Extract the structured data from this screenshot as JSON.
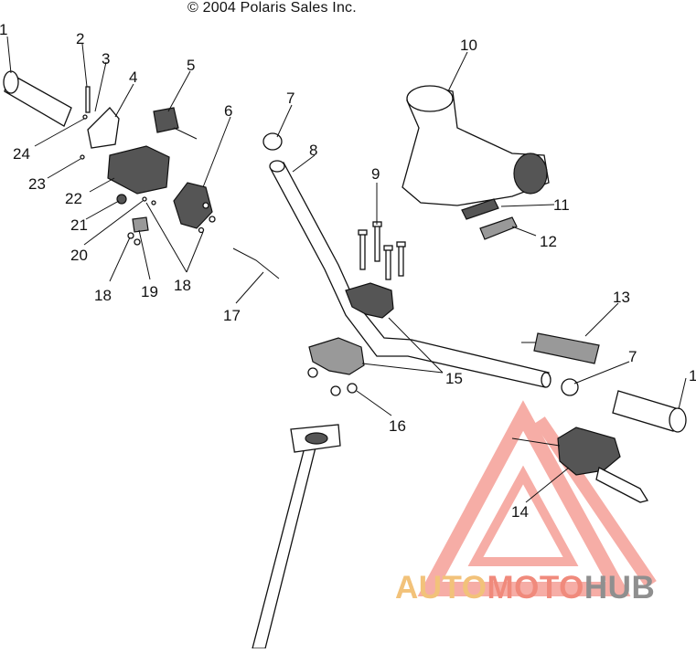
{
  "copyright": "© 2004 Polaris Sales Inc.",
  "watermark": {
    "part1": "AUTO",
    "part2": "MOTO",
    "part3": "HUB"
  },
  "callouts": [
    {
      "id": "c1a",
      "text": "1"
    },
    {
      "id": "c2",
      "text": "2"
    },
    {
      "id": "c3",
      "text": "3"
    },
    {
      "id": "c4",
      "text": "4"
    },
    {
      "id": "c5",
      "text": "5"
    },
    {
      "id": "c6",
      "text": "6"
    },
    {
      "id": "c7a",
      "text": "7"
    },
    {
      "id": "c8",
      "text": "8"
    },
    {
      "id": "c9",
      "text": "9"
    },
    {
      "id": "c10",
      "text": "10"
    },
    {
      "id": "c11",
      "text": "11"
    },
    {
      "id": "c12",
      "text": "12"
    },
    {
      "id": "c13",
      "text": "13"
    },
    {
      "id": "c7b",
      "text": "7"
    },
    {
      "id": "c1b",
      "text": "1"
    },
    {
      "id": "c14",
      "text": "14"
    },
    {
      "id": "c15",
      "text": "15"
    },
    {
      "id": "c16",
      "text": "16"
    },
    {
      "id": "c17",
      "text": "17"
    },
    {
      "id": "c18a",
      "text": "18"
    },
    {
      "id": "c18b",
      "text": "18"
    },
    {
      "id": "c19",
      "text": "19"
    },
    {
      "id": "c20",
      "text": "20"
    },
    {
      "id": "c21",
      "text": "21"
    },
    {
      "id": "c22",
      "text": "22"
    },
    {
      "id": "c23",
      "text": "23"
    },
    {
      "id": "c24",
      "text": "24"
    }
  ]
}
